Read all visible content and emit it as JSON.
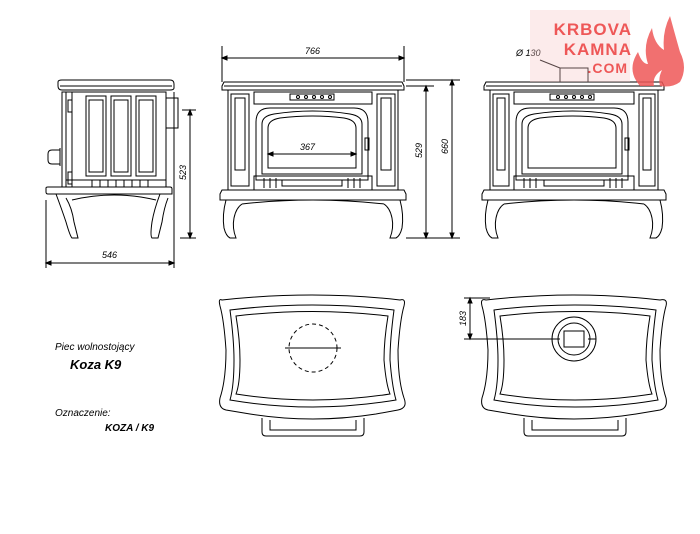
{
  "brand": {
    "line1": "KRBOVA",
    "line2": "KAMNA",
    "line3": ".COM",
    "color": "#ee5757"
  },
  "product": {
    "type_label": "Piec wolnostojący",
    "name": "Koza K9",
    "designation_label": "Oznaczenie:",
    "designation": "KOZA / K9"
  },
  "dimensions": {
    "side_depth": "546",
    "side_height": "523",
    "front_width": "766",
    "front_door_width": "367",
    "front_height_body": "529",
    "front_height_total": "660",
    "flue_diameter": "Ø 130",
    "top_flue_offset": "183"
  },
  "icons": {
    "logo_mark": "flame-icon"
  }
}
